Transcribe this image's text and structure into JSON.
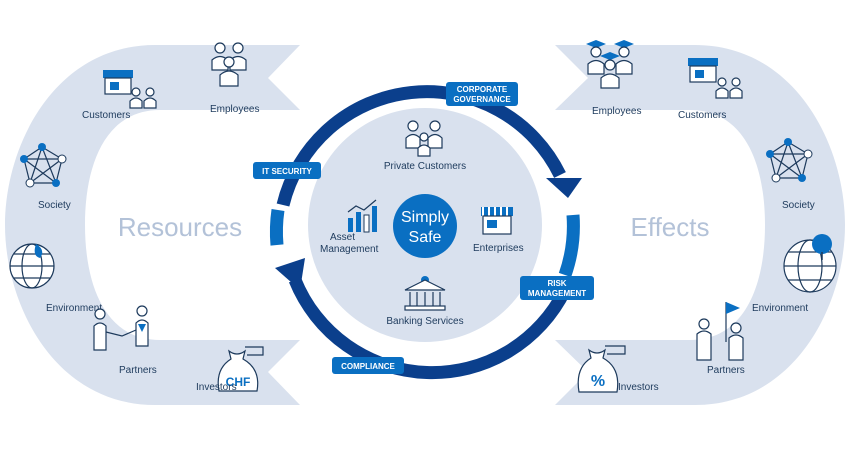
{
  "resources": {
    "title": "Resources",
    "labels": {
      "customers": "Customers",
      "employees": "Employees",
      "society": "Society",
      "environment": "Environment",
      "partners": "Partners",
      "investors": "Investors",
      "currency": "CHF"
    }
  },
  "effects": {
    "title": "Effects",
    "labels": {
      "employees": "Employees",
      "customers": "Customers",
      "society": "Society",
      "environment": "Environment",
      "partners": "Partners",
      "investors": "Investors",
      "percent": "%"
    }
  },
  "center": {
    "line1": "Simply",
    "line2": "Safe",
    "private_customers": "Private Customers",
    "asset_line1": "Asset",
    "asset_line2": "Management",
    "enterprises": "Enterprises",
    "banking_services": "Banking Services"
  },
  "tags": {
    "corporate_line1": "CORPORATE",
    "corporate_line2": "GOVERNANCE",
    "it_security": "IT SECURITY",
    "risk_line1": "RISK",
    "risk_line2": "MANAGEMENT",
    "compliance": "COMPLIANCE"
  },
  "colors": {
    "band": "#d9e1ee",
    "ring_inner": "#0a6fc2",
    "ring_dark": "#0b3f8c",
    "center_disc": "#d9e1ee",
    "center_blue": "#0a6fc2",
    "text": "#1d3a5c",
    "title_gray": "#b3c2d8"
  },
  "icons": [
    "shop-icon",
    "family-icon",
    "employees-icon",
    "network-icon",
    "globe-icon",
    "handshake-icon",
    "money-bag-icon",
    "graduates-icon",
    "tree-globe-icon",
    "flag-team-icon",
    "percent-bag-icon",
    "chart-icon",
    "bank-icon"
  ]
}
